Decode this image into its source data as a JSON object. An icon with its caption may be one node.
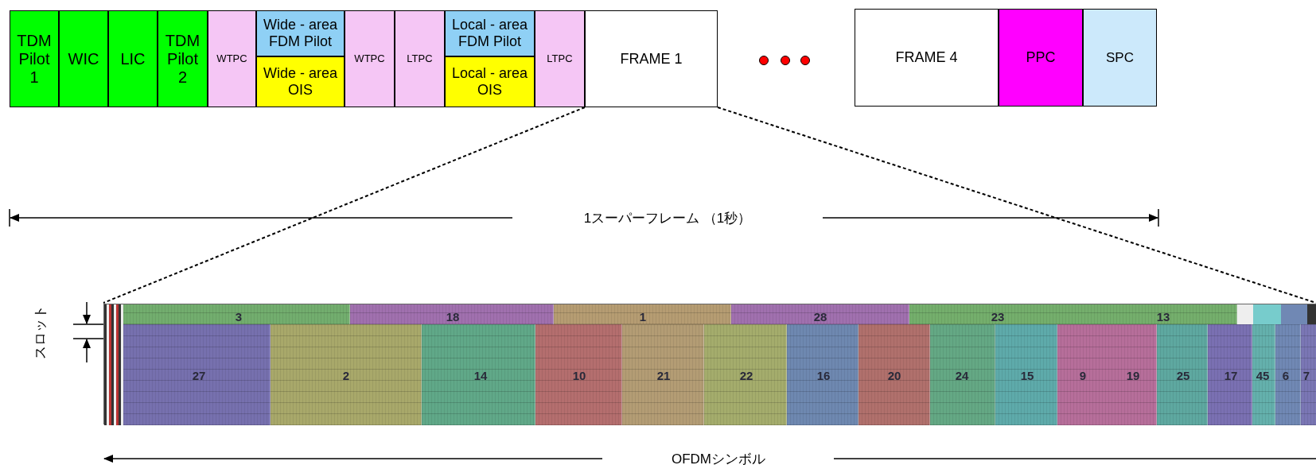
{
  "diagram": {
    "nodes": [
      {
        "text": [
          "TDM Pilot 1"
        ]
      },
      {
        "text": [
          "WIC"
        ]
      },
      {
        "text": [
          "LIC"
        ]
      },
      {
        "text": [
          "TDM Pilot 2"
        ]
      },
      {
        "text": [
          "WTPC"
        ]
      },
      {
        "text": [
          "Wide - area FDM Pilot"
        ]
      },
      {
        "text": [
          "Wide - area OIS"
        ]
      },
      {
        "text": [
          "WTPC"
        ]
      },
      {
        "text": [
          "LTPC"
        ]
      },
      {
        "text": [
          "Local - area FDM Pilot"
        ]
      },
      {
        "text": [
          "Local - area OIS"
        ]
      },
      {
        "text": [
          "LTPC"
        ]
      },
      {
        "text": [
          "FRAME 1"
        ]
      },
      {
        "text": [
          "FRAME 4"
        ]
      },
      {
        "text": [
          "PPC"
        ]
      },
      {
        "text": [
          "SPC"
        ]
      },
      {
        "text": [],
        "shape": "box"
      },
      {
        "text": [
          "3"
        ],
        "in": 16
      },
      {
        "text": [
          "18"
        ],
        "in": 16
      },
      {
        "text": [
          "1"
        ],
        "in": 16
      },
      {
        "text": [
          "28"
        ],
        "in": 16
      },
      {
        "text": [
          "23",
          "13"
        ],
        "in": 16
      },
      {
        "text": [
          "27"
        ],
        "in": 16
      },
      {
        "text": [
          "2"
        ],
        "in": 16
      },
      {
        "text": [
          "14"
        ],
        "in": 16
      },
      {
        "text": [
          "10"
        ],
        "in": 16
      },
      {
        "text": [
          "21"
        ],
        "in": 16
      },
      {
        "text": [
          "22"
        ],
        "in": 16
      },
      {
        "text": [
          "16"
        ],
        "in": 16
      },
      {
        "text": [
          "20"
        ],
        "in": 16
      },
      {
        "text": [
          "24"
        ],
        "in": 16
      },
      {
        "text": [
          "15"
        ],
        "in": 16
      },
      {
        "text": [
          "9",
          "19"
        ],
        "in": 16
      },
      {
        "text": [
          "25"
        ],
        "in": 16
      },
      {
        "text": [
          "17"
        ],
        "in": 16
      },
      {
        "text": [
          "45"
        ],
        "in": 16
      },
      {
        "text": [
          "6"
        ],
        "in": 16
      },
      {
        "text": [
          "7"
        ],
        "in": 16
      }
    ],
    "edges": [
      {
        "from": 12,
        "to": 16,
        "arrow": "none",
        "style": "dashed"
      },
      {
        "from": 12,
        "to": 16,
        "arrow": "none",
        "style": "dashed"
      }
    ],
    "labels": [
      "1スーパーフレーム （1秒）",
      "スロット",
      "OFDMシンボル"
    ]
  }
}
